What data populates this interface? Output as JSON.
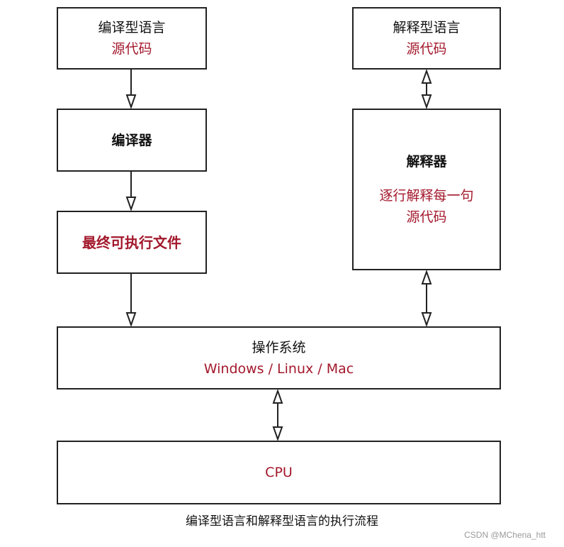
{
  "boxes": {
    "compiled_lang": {
      "title": "编译型语言",
      "subtitle": "源代码"
    },
    "interpreted_lang": {
      "title": "解释型语言",
      "subtitle": "源代码"
    },
    "compiler": {
      "title": "编译器"
    },
    "interpreter": {
      "title": "解释器",
      "line1": "逐行解释每一句",
      "line2": "源代码"
    },
    "executable": {
      "title": "最终可执行文件"
    },
    "os": {
      "title": "操作系统",
      "subtitle": "Windows / Linux / Mac"
    },
    "cpu": {
      "title": "CPU"
    }
  },
  "caption": "编译型语言和解释型语言的执行流程",
  "watermark": "CSDN @MChena_htt",
  "colors": {
    "accent_red": "#a3182c",
    "border": "#222222",
    "text": "#111111"
  }
}
